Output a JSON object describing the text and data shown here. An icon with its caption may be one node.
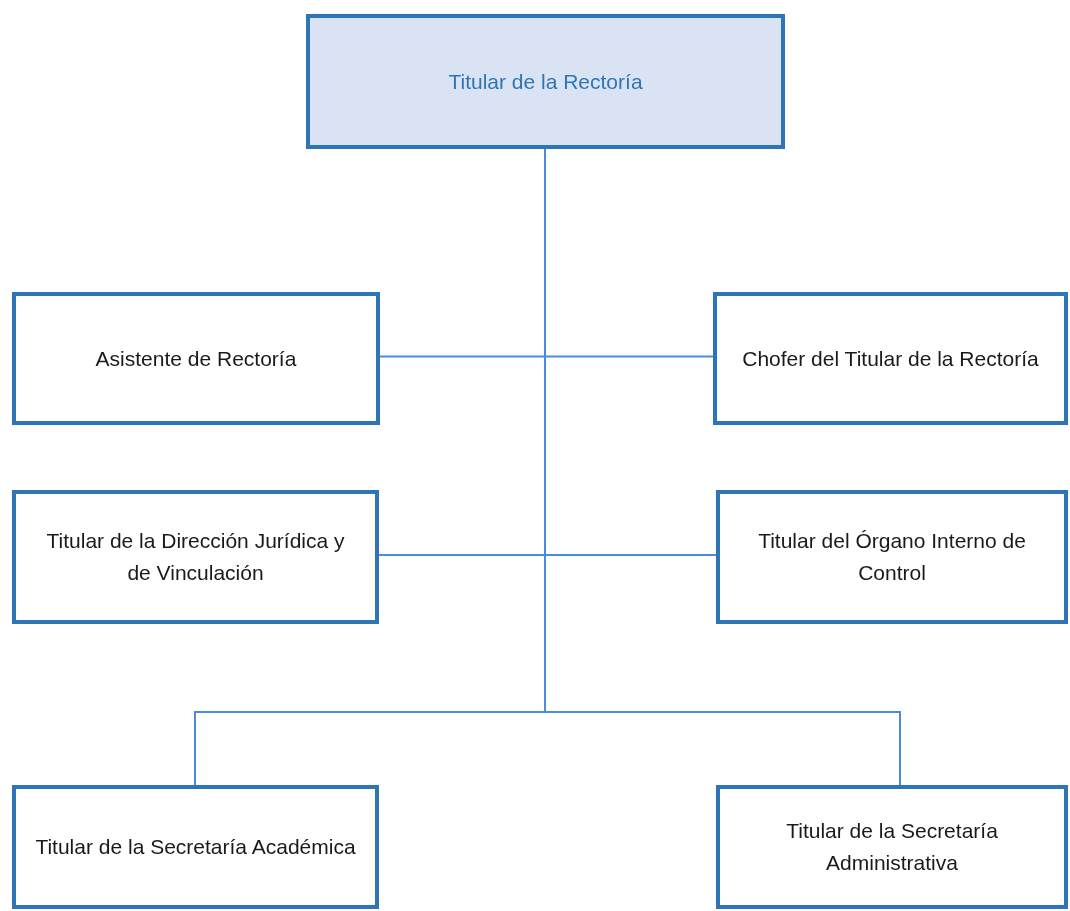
{
  "diagram": {
    "nodes": [
      {
        "text": [
          "Titular de la Rectoría"
        ]
      },
      {
        "text": [
          "Asistente de Rectoría"
        ]
      },
      {
        "text": [
          "Chofer del Titular de la Rectoría"
        ]
      },
      {
        "text": [
          "Titular de la Dirección Jurídica y de Vinculación"
        ]
      },
      {
        "text": [
          "Titular del Órgano Interno de Control"
        ]
      },
      {
        "text": [
          "Titular de la Secretaría Académica"
        ]
      },
      {
        "text": [
          "Titular de la Secretaría Administrativa"
        ]
      }
    ],
    "edges": [
      {
        "from": 0,
        "to": 1,
        "arrow": "none"
      },
      {
        "from": 0,
        "to": 2,
        "arrow": "none"
      },
      {
        "from": 0,
        "to": 3,
        "arrow": "none"
      },
      {
        "from": 0,
        "to": 4,
        "arrow": "none"
      },
      {
        "from": 0,
        "to": 5,
        "arrow": "none"
      },
      {
        "from": 0,
        "to": 6,
        "arrow": "none"
      }
    ]
  }
}
